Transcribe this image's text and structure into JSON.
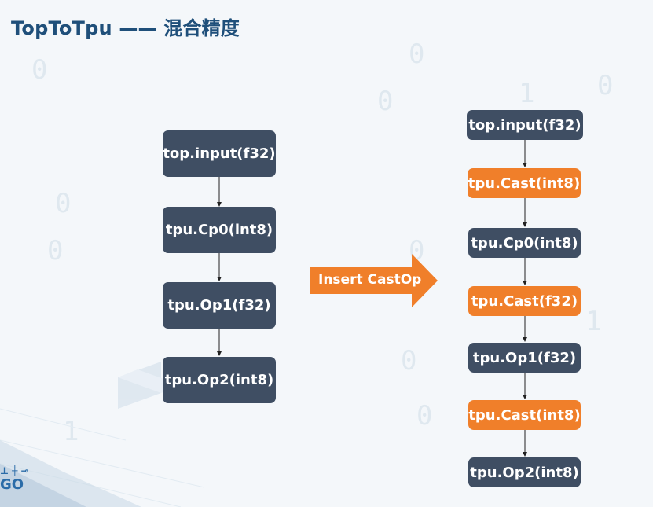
{
  "title": "TopToTpu —— 混合精度",
  "left_flow": {
    "nodes": [
      {
        "label": "top.input(f32)",
        "style": "dark"
      },
      {
        "label": "tpu.Cp0(int8)",
        "style": "dark"
      },
      {
        "label": "tpu.Op1(f32)",
        "style": "dark"
      },
      {
        "label": "tpu.Op2(int8)",
        "style": "dark"
      }
    ]
  },
  "transform_arrow": {
    "label": "Insert CastOp",
    "color": "#f07f2a"
  },
  "right_flow": {
    "nodes": [
      {
        "label": "top.input(f32)",
        "style": "dark"
      },
      {
        "label": "tpu.Cast(int8)",
        "style": "orange"
      },
      {
        "label": "tpu.Cp0(int8)",
        "style": "dark"
      },
      {
        "label": "tpu.Cast(f32)",
        "style": "orange"
      },
      {
        "label": "tpu.Op1(f32)",
        "style": "dark"
      },
      {
        "label": "tpu.Cast(int8)",
        "style": "orange"
      },
      {
        "label": "tpu.Op2(int8)",
        "style": "dark"
      }
    ]
  },
  "colors": {
    "dark_node": "#3f4e63",
    "cast_node": "#f07f2a",
    "title": "#1f4f7a"
  },
  "logo_text": "GO"
}
